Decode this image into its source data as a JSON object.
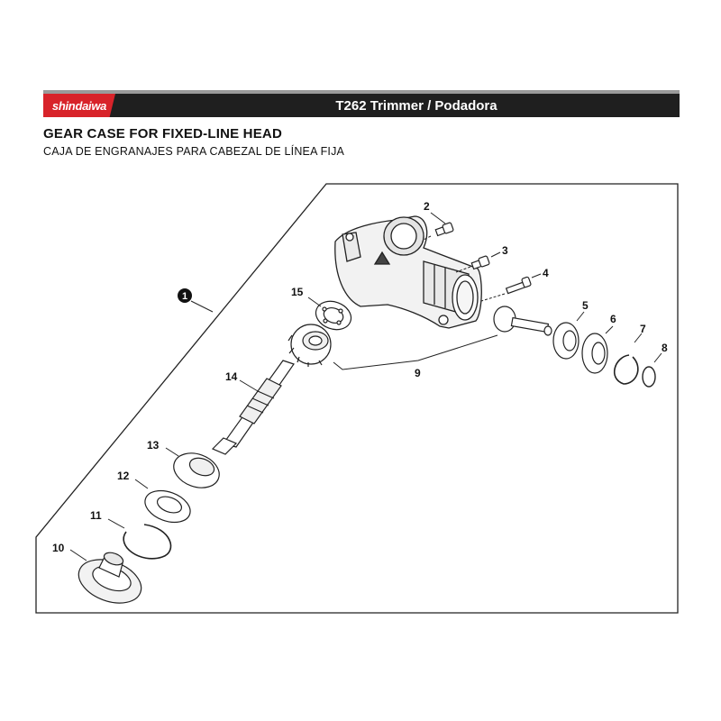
{
  "brand": {
    "name": "shindaiwa",
    "accent_color": "#d8232a",
    "bar_color": "#1f1f1f"
  },
  "header": {
    "model_title": "T262 Trimmer / Podadora"
  },
  "titles": {
    "english": "GEAR CASE FOR FIXED-LINE HEAD",
    "spanish": "CAJA DE ENGRANAJES PARA CABEZAL DE LÍNEA FIJA"
  },
  "parts": {
    "assembly": "1",
    "p2": "2",
    "p3": "3",
    "p4": "4",
    "p5": "5",
    "p6": "6",
    "p7": "7",
    "p8": "8",
    "p9": "9",
    "p10": "10",
    "p11": "11",
    "p12": "12",
    "p13": "13",
    "p14": "14",
    "p15": "15"
  }
}
